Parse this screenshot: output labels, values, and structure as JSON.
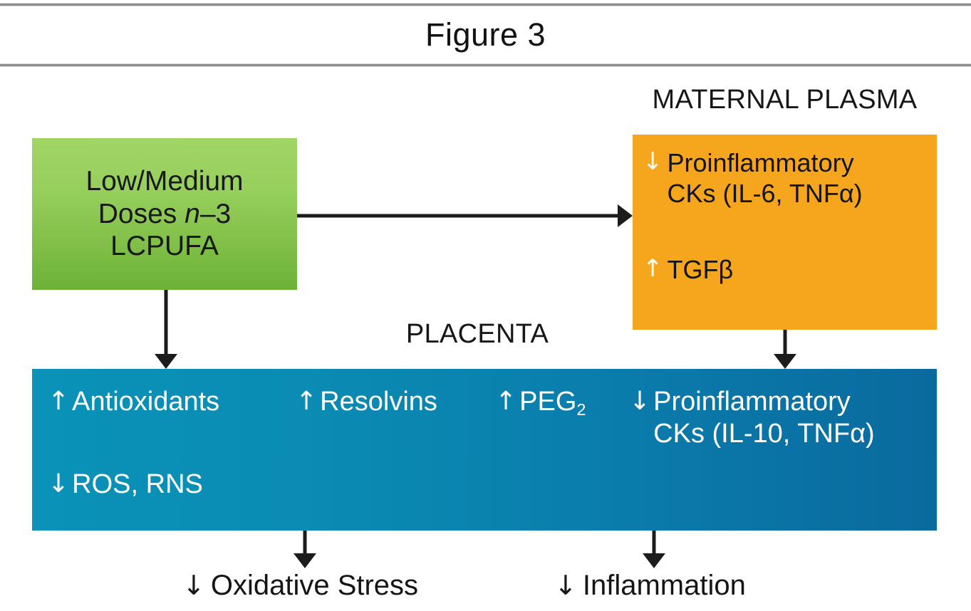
{
  "figure": {
    "title": "Figure 3"
  },
  "labels": {
    "maternal_plasma": "MATERNAL PLASMA",
    "placenta": "PLACENTA"
  },
  "green_box": {
    "line1": "Low/Medium",
    "line2_prefix": "Doses ",
    "line2_italic": "n",
    "line2_suffix": "–3",
    "line3": "LCPUFA",
    "color": "#96cf5c"
  },
  "orange_box": {
    "color": "#f5a61d",
    "items": [
      {
        "arrow": "down-arrow-icon",
        "arrow_glyph": "↓",
        "line1": "Proinflammatory",
        "line2": "CKs (IL-6, TNFα)"
      },
      {
        "arrow": "up-arrow-icon",
        "arrow_glyph": "↑",
        "line1": "TGFβ",
        "line2": ""
      }
    ]
  },
  "blue_box": {
    "color": "#0a8cb4",
    "items": [
      {
        "arrow": "up-arrow-icon",
        "arrow_glyph": "↑",
        "label": "Antioxidants"
      },
      {
        "arrow": "up-arrow-icon",
        "arrow_glyph": "↑",
        "label": "Resolvins"
      },
      {
        "arrow": "up-arrow-icon",
        "arrow_glyph": "↑",
        "label_base": "PEG",
        "label_sub": "2"
      },
      {
        "arrow": "down-arrow-icon",
        "arrow_glyph": "↓",
        "line1": "Proinflammatory",
        "line2": "CKs (IL-10, TNFα)"
      },
      {
        "arrow": "down-arrow-icon",
        "arrow_glyph": "↓",
        "label": "ROS, RNS"
      }
    ]
  },
  "outcomes": [
    {
      "arrow": "down-arrow-icon",
      "arrow_glyph": "↓",
      "label": "Oxidative Stress"
    },
    {
      "arrow": "down-arrow-icon",
      "arrow_glyph": "↓",
      "label": "Inflammation"
    }
  ]
}
